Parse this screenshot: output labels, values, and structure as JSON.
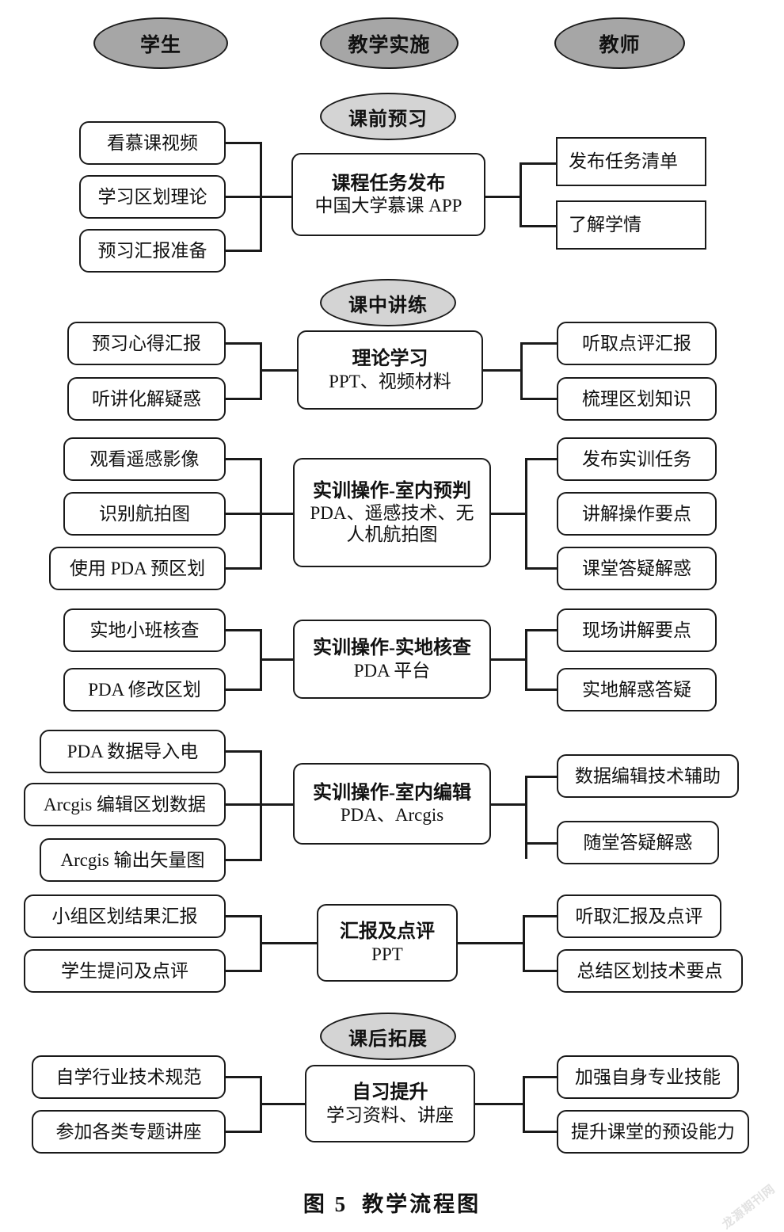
{
  "figure": {
    "caption_number": "图 5",
    "caption_title": "教学流程图",
    "watermark": "龙源期刊网"
  },
  "lanes": [
    {
      "id": "students",
      "label": "学生"
    },
    {
      "id": "teaching-implementation",
      "label": "教学实施"
    },
    {
      "id": "teacher",
      "label": "教师"
    }
  ],
  "phases": [
    {
      "id": "pre-class",
      "label": "课前预习"
    },
    {
      "id": "in-class",
      "label": "课中讲练"
    },
    {
      "id": "post-class",
      "label": "课后拓展"
    }
  ],
  "rows": [
    {
      "id": "course-task-release",
      "phase": "课前预习",
      "student_boxes": [
        "看慕课视频",
        "学习区划理论",
        "预习汇报准备"
      ],
      "center": {
        "title": "课程任务发布",
        "subtitle": "中国大学慕课 APP"
      },
      "teacher_boxes": [
        "发布任务清单",
        "了解学情"
      ]
    },
    {
      "id": "theory-learning",
      "phase": "课中讲练",
      "student_boxes": [
        "预习心得汇报",
        "听讲化解疑惑"
      ],
      "center": {
        "title": "理论学习",
        "subtitle": "PPT、视频材料"
      },
      "teacher_boxes": [
        "听取点评汇报",
        "梳理区划知识"
      ]
    },
    {
      "id": "indoor-prejudgement",
      "phase": "",
      "student_boxes": [
        "观看遥感影像",
        "识别航拍图",
        "使用 PDA 预区划"
      ],
      "center": {
        "title": "实训操作-室内预判",
        "subtitle": "PDA、遥感技术、无",
        "subtitle2": "人机航拍图"
      },
      "teacher_boxes": [
        "发布实训任务",
        "讲解操作要点",
        "课堂答疑解惑"
      ]
    },
    {
      "id": "field-verification",
      "phase": "",
      "student_boxes": [
        "实地小班核查",
        "PDA 修改区划"
      ],
      "center": {
        "title": "实训操作-实地核查",
        "subtitle": "PDA 平台"
      },
      "teacher_boxes": [
        "现场讲解要点",
        "实地解惑答疑"
      ]
    },
    {
      "id": "indoor-editing",
      "phase": "",
      "student_boxes": [
        "PDA  数据导入电",
        "Arcgis 编辑区划数据",
        "Arcgis 输出矢量图"
      ],
      "center": {
        "title": "实训操作-室内编辑",
        "subtitle": "PDA、Arcgis"
      },
      "teacher_boxes": [
        "数据编辑技术辅助",
        "随堂答疑解惑"
      ]
    },
    {
      "id": "report-and-review",
      "phase": "",
      "student_boxes": [
        "小组区划结果汇报",
        "学生提问及点评"
      ],
      "center": {
        "title": "汇报及点评",
        "subtitle": "PPT"
      },
      "teacher_boxes": [
        "听取汇报及点评",
        "总结区划技术要点"
      ]
    },
    {
      "id": "self-study-improvement",
      "phase": "课后拓展",
      "student_boxes": [
        "自学行业技术规范",
        "参加各类专题讲座"
      ],
      "center": {
        "title": "自习提升",
        "subtitle": "学习资料、讲座"
      },
      "teacher_boxes": [
        "加强自身专业技能",
        "提升课堂的预设能力"
      ]
    }
  ]
}
